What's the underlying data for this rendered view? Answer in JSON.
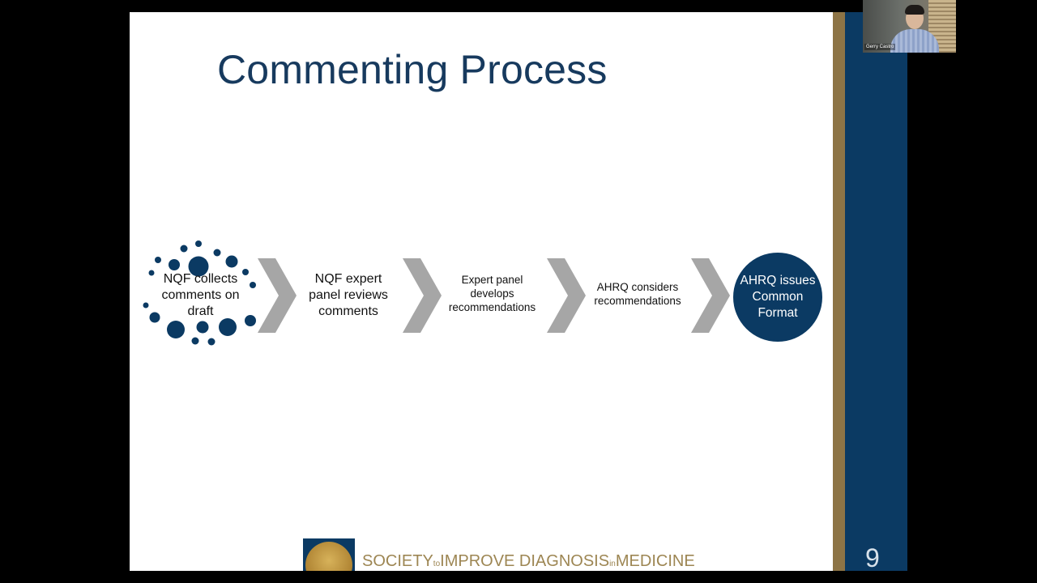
{
  "slide": {
    "title": "Commenting Process",
    "page_number": "9",
    "steps": [
      "NQF collects comments on draft",
      "NQF expert panel reviews comments",
      "Expert panel develops recommendations",
      "AHRQ considers recommendations"
    ],
    "final_step": "AHRQ issues Common Format",
    "footer": {
      "society": "SOCIETY",
      "to": "to",
      "improve": "IMPROVE DIAGNOSIS",
      "in": "in",
      "medicine": "MEDICINE"
    }
  },
  "participant": {
    "name": "Gerry Castro"
  },
  "colors": {
    "brand_blue": "#0b3a63",
    "title_blue": "#173a5e",
    "gold": "#8d7446",
    "chevron_gray": "#a6a6a6"
  },
  "icons": {
    "dots": "dots-circle-icon",
    "arrow": "chevron-right-icon"
  }
}
